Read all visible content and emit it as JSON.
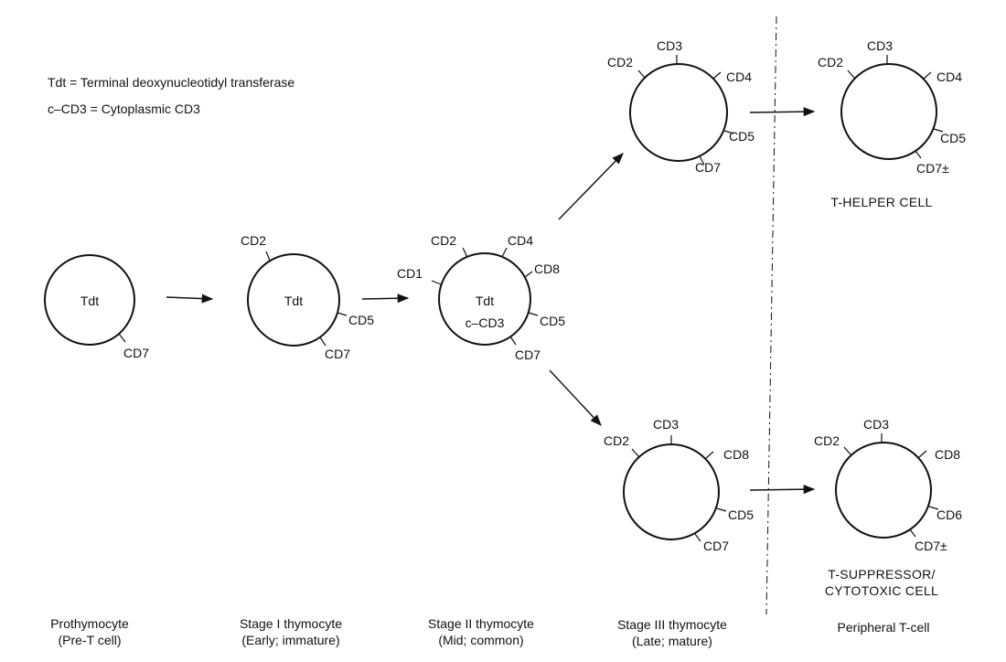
{
  "legend": {
    "line1": "Tdt = Terminal deoxynucleotidyl transferase",
    "line2": "c–CD3 = Cytoplasmic CD3"
  },
  "cells": {
    "prothymocyte": {
      "inner": [
        "Tdt"
      ],
      "markers": [
        "CD7"
      ]
    },
    "stage1": {
      "inner": [
        "Tdt"
      ],
      "markers": [
        "CD2",
        "CD5",
        "CD7"
      ]
    },
    "stage2": {
      "inner": [
        "Tdt",
        "c–CD3"
      ],
      "markers": [
        "CD1",
        "CD2",
        "CD4",
        "CD8",
        "CD5",
        "CD7"
      ]
    },
    "stage3_upper": {
      "inner": [],
      "markers": [
        "CD2",
        "CD3",
        "CD4",
        "CD5",
        "CD7"
      ]
    },
    "stage3_lower": {
      "inner": [],
      "markers": [
        "CD2",
        "CD3",
        "CD8",
        "CD5",
        "CD7"
      ]
    },
    "helper": {
      "inner": [],
      "markers": [
        "CD2",
        "CD3",
        "CD4",
        "CD5",
        "CD7±"
      ]
    },
    "suppressor": {
      "inner": [],
      "markers": [
        "CD2",
        "CD3",
        "CD8",
        "CD6",
        "CD7±"
      ]
    }
  },
  "cell_titles": {
    "helper": "T-HELPER CELL",
    "suppressor_line1": "T-SUPPRESSOR/",
    "suppressor_line2": "CYTOTOXIC CELL"
  },
  "stages": [
    {
      "line1": "Prothymocyte",
      "line2": "(Pre-T cell)"
    },
    {
      "line1": "Stage I thymocyte",
      "line2": "(Early; immature)"
    },
    {
      "line1": "Stage II thymocyte",
      "line2": "(Mid; common)"
    },
    {
      "line1": "Stage III thymocyte",
      "line2": "(Late; mature)"
    },
    {
      "line1": "Peripheral T-cell",
      "line2": ""
    }
  ]
}
